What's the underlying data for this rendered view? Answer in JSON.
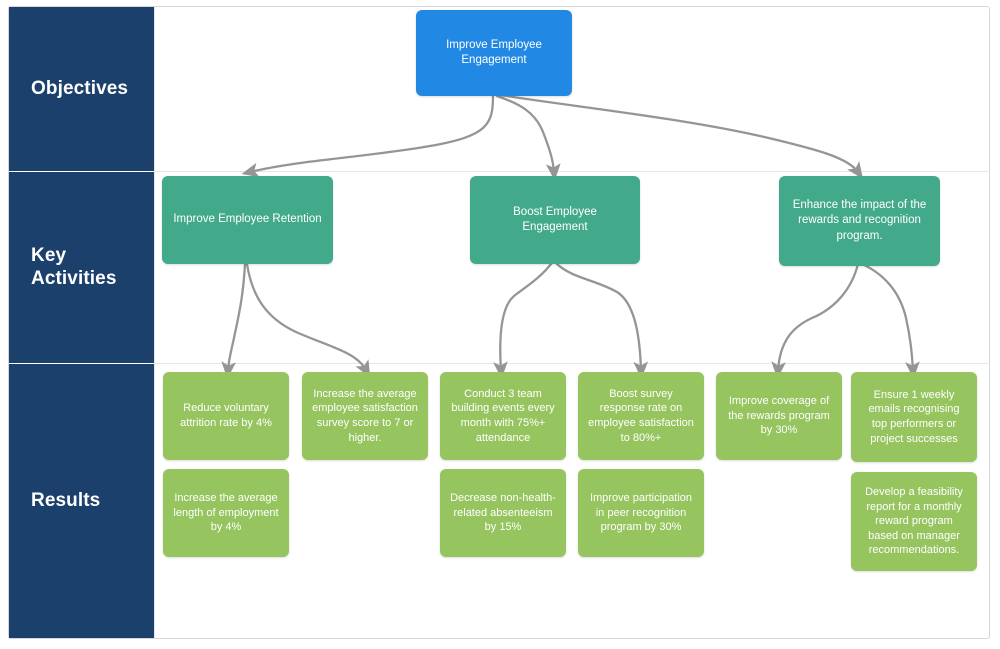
{
  "lanes": [
    {
      "id": "objectives",
      "label": "Objectives"
    },
    {
      "id": "key-activities",
      "label": "Key Activities"
    },
    {
      "id": "results",
      "label": "Results"
    }
  ],
  "objectives": [
    {
      "id": "obj-1",
      "label": "Improve Employee Engagement",
      "color": "#2189e3"
    }
  ],
  "key_activities": [
    {
      "id": "act-1",
      "label": "Improve Employee Retention",
      "color": "#42a98b"
    },
    {
      "id": "act-2",
      "label": "Boost Employee Engagement",
      "color": "#42a98b"
    },
    {
      "id": "act-3",
      "label": "Enhance the impact of the rewards and recognition program.",
      "color": "#42a98b"
    }
  ],
  "results": [
    {
      "id": "res-1",
      "label": "Reduce voluntary attrition rate by 4%",
      "color": "#96c45f"
    },
    {
      "id": "res-2",
      "label": "Increase the average employee satisfaction survey score to 7 or higher.",
      "color": "#96c45f"
    },
    {
      "id": "res-3",
      "label": "Conduct 3 team building events every month with 75%+ attendance",
      "color": "#96c45f"
    },
    {
      "id": "res-4",
      "label": "Boost survey response rate on employee satisfaction to 80%+",
      "color": "#96c45f"
    },
    {
      "id": "res-5",
      "label": "Improve coverage of the rewards program by 30%",
      "color": "#96c45f"
    },
    {
      "id": "res-6",
      "label": "Ensure 1 weekly emails recognising top performers or project successes",
      "color": "#96c45f"
    },
    {
      "id": "res-7",
      "label": "Increase the average length of employment by 4%",
      "color": "#96c45f"
    },
    {
      "id": "res-8",
      "label": "Decrease non-health-related absenteeism by 15%",
      "color": "#96c45f"
    },
    {
      "id": "res-9",
      "label": "Improve participation in peer recognition program by 30%",
      "color": "#96c45f"
    },
    {
      "id": "res-10",
      "label": "Develop a feasibility report for a monthly reward program based on manager recommendations.",
      "color": "#96c45f"
    }
  ],
  "theme": {
    "lane_label_background": "#1c406c",
    "lane_label_text": "#ffffff",
    "objective_color": "#2189e3",
    "activity_color": "#42a98b",
    "result_color": "#96c45f",
    "connector_color": "#959595",
    "board_background": "#ffffff",
    "board_border": "#d4d7dc"
  },
  "connections": [
    {
      "from": "obj-1",
      "to": "act-1"
    },
    {
      "from": "obj-1",
      "to": "act-2"
    },
    {
      "from": "obj-1",
      "to": "act-3"
    },
    {
      "from": "act-1",
      "to": "res-1"
    },
    {
      "from": "act-1",
      "to": "res-2"
    },
    {
      "from": "act-2",
      "to": "res-3"
    },
    {
      "from": "act-2",
      "to": "res-4"
    },
    {
      "from": "act-3",
      "to": "res-5"
    },
    {
      "from": "act-3",
      "to": "res-6"
    }
  ]
}
